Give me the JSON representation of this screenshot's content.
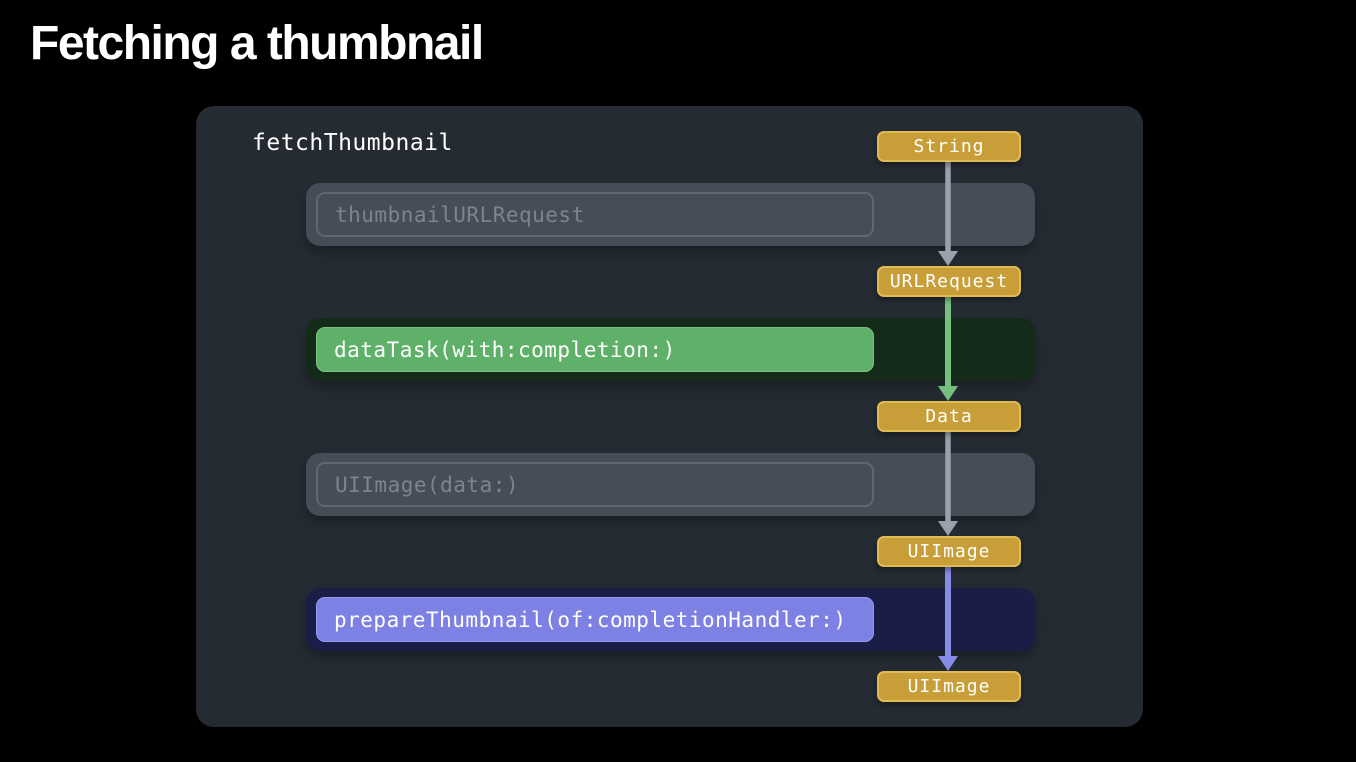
{
  "slide": {
    "title": "Fetching a thumbnail"
  },
  "panel": {
    "function_name": "fetchThumbnail",
    "rows": [
      {
        "label": "thumbnailURLRequest",
        "style": "disabled-outline"
      },
      {
        "label": "dataTask(with:completion:)",
        "style": "green-filled"
      },
      {
        "label": "UIImage(data:)",
        "style": "disabled-outline"
      },
      {
        "label": "prepareThumbnail(of:completionHandler:)",
        "style": "purple-filled"
      }
    ],
    "badges": [
      {
        "label": "String"
      },
      {
        "label": "URLRequest"
      },
      {
        "label": "Data"
      },
      {
        "label": "UIImage"
      },
      {
        "label": "UIImage"
      }
    ],
    "arrows": [
      {
        "from": "String",
        "to": "URLRequest",
        "color": "#9aa1ab"
      },
      {
        "from": "URLRequest",
        "to": "Data",
        "color": "#76c07f"
      },
      {
        "from": "Data",
        "to": "UIImage",
        "color": "#9aa1ab"
      },
      {
        "from": "UIImage",
        "to": "UIImage",
        "color": "#878be7"
      }
    ],
    "colors": {
      "panel_background": "#252b33",
      "row_disabled": "#464d57",
      "row_disabled_border": "#5f6772",
      "row_disabled_text": "#7b8490",
      "row_green_track": "#152b1a",
      "row_green_fill": "#5fb169",
      "row_purple_track": "#1a1d45",
      "row_purple_fill": "#7d81e4",
      "badge_fill": "#c79e37",
      "badge_border": "#e0ba52",
      "title_text": "#ffffff"
    }
  }
}
